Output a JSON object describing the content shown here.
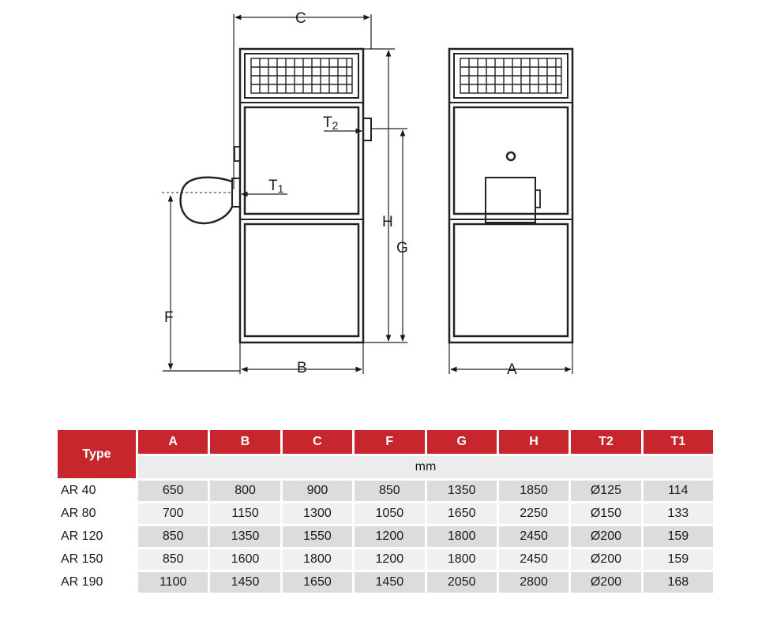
{
  "drawing": {
    "labels": {
      "c": "C",
      "t2": "T",
      "t2_sub": "2",
      "t1": "T",
      "t1_sub": "1",
      "h": "H",
      "g": "G",
      "f": "F",
      "b": "B",
      "a": "A"
    }
  },
  "table": {
    "header_type": "Type",
    "columns": [
      "A",
      "B",
      "C",
      "F",
      "G",
      "H",
      "T2",
      "T1"
    ],
    "unit": "mm",
    "rows": [
      {
        "model": "AR 40",
        "values": [
          "650",
          "800",
          "900",
          "850",
          "1350",
          "1850",
          "Ø125",
          "114"
        ]
      },
      {
        "model": "AR 80",
        "values": [
          "700",
          "1150",
          "1300",
          "1050",
          "1650",
          "2250",
          "Ø150",
          "133"
        ]
      },
      {
        "model": "AR 120",
        "values": [
          "850",
          "1350",
          "1550",
          "1200",
          "1800",
          "2450",
          "Ø200",
          "159"
        ]
      },
      {
        "model": "AR 150",
        "values": [
          "850",
          "1600",
          "1800",
          "1200",
          "1800",
          "2450",
          "Ø200",
          "159"
        ]
      },
      {
        "model": "AR 190",
        "values": [
          "1100",
          "1450",
          "1650",
          "1450",
          "2050",
          "2800",
          "Ø200",
          "168"
        ]
      }
    ]
  },
  "colors": {
    "header_red": "#c8262d",
    "row_gray": "#dcdcdc",
    "row_light": "#f0f0f0"
  }
}
